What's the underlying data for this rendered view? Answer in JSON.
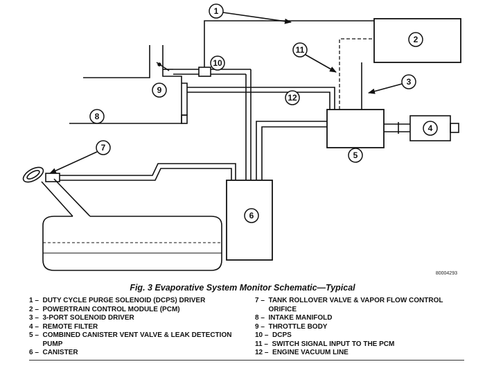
{
  "figure": {
    "caption": "Fig. 3 Evaporative System Monitor Schematic—Typical",
    "reference_code": "80004293"
  },
  "callouts": [
    "1",
    "2",
    "3",
    "4",
    "5",
    "6",
    "7",
    "8",
    "9",
    "10",
    "11",
    "12"
  ],
  "legend": {
    "left": [
      {
        "num": "1",
        "text": "DUTY CYCLE PURGE SOLENOID (DCPS) DRIVER"
      },
      {
        "num": "2",
        "text": "POWERTRAIN CONTROL MODULE (PCM)"
      },
      {
        "num": "3",
        "text": "3-PORT SOLENOID DRIVER"
      },
      {
        "num": "4",
        "text": "REMOTE FILTER"
      },
      {
        "num": "5",
        "text": "COMBINED CANISTER VENT VALVE & LEAK DETECTION PUMP"
      },
      {
        "num": "6",
        "text": "CANISTER"
      }
    ],
    "right": [
      {
        "num": "7",
        "text": "TANK ROLLOVER VALVE & VAPOR FLOW CONTROL ORIFICE"
      },
      {
        "num": "8",
        "text": "INTAKE MANIFOLD"
      },
      {
        "num": "9",
        "text": "THROTTLE BODY"
      },
      {
        "num": "10",
        "text": "DCPS"
      },
      {
        "num": "11",
        "text": "SWITCH SIGNAL INPUT TO THE PCM"
      },
      {
        "num": "12",
        "text": "ENGINE VACUUM LINE"
      }
    ]
  }
}
